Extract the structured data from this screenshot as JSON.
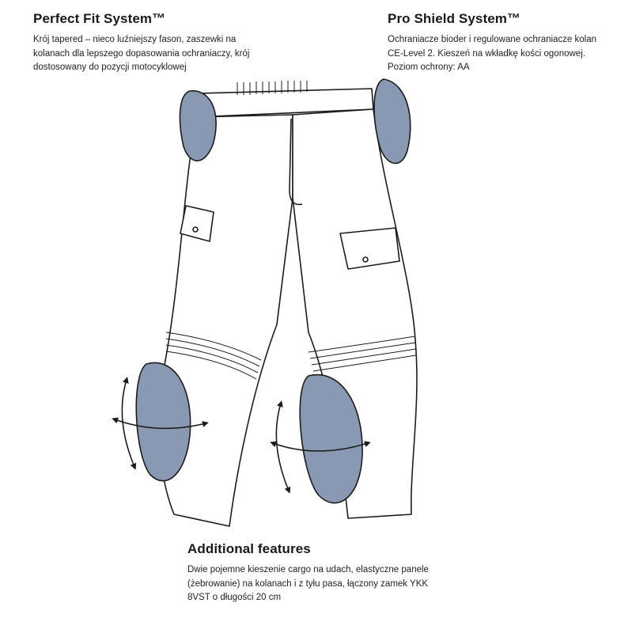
{
  "perfect_fit": {
    "title": "Perfect Fit System™",
    "description": "Krój tapered – nieco luźniejszy fason, zaszewki na kolanach dla lepszego dopasowania ochraniaczy, krój dostosowany do pozycji motocyklowej"
  },
  "pro_shield": {
    "title": "Pro Shield System™",
    "description": "Ochraniacze bioder i regulowane ochraniacze kolan CE-Level 2. Kieszeń na wkładkę kości ogonowej. Poziom ochrony: AA"
  },
  "additional_features": {
    "title": "Additional features",
    "description": "Dwie pojemne kieszenie cargo na udach, elastyczne panele (żebrowanie) na kolanach i z tyłu pasa, łączony zamek YKK 8VST o długości 20 cm"
  },
  "colors": {
    "armor": "#8a99b3",
    "outline": "#1c1c1c",
    "fabric": "#ffffff"
  }
}
